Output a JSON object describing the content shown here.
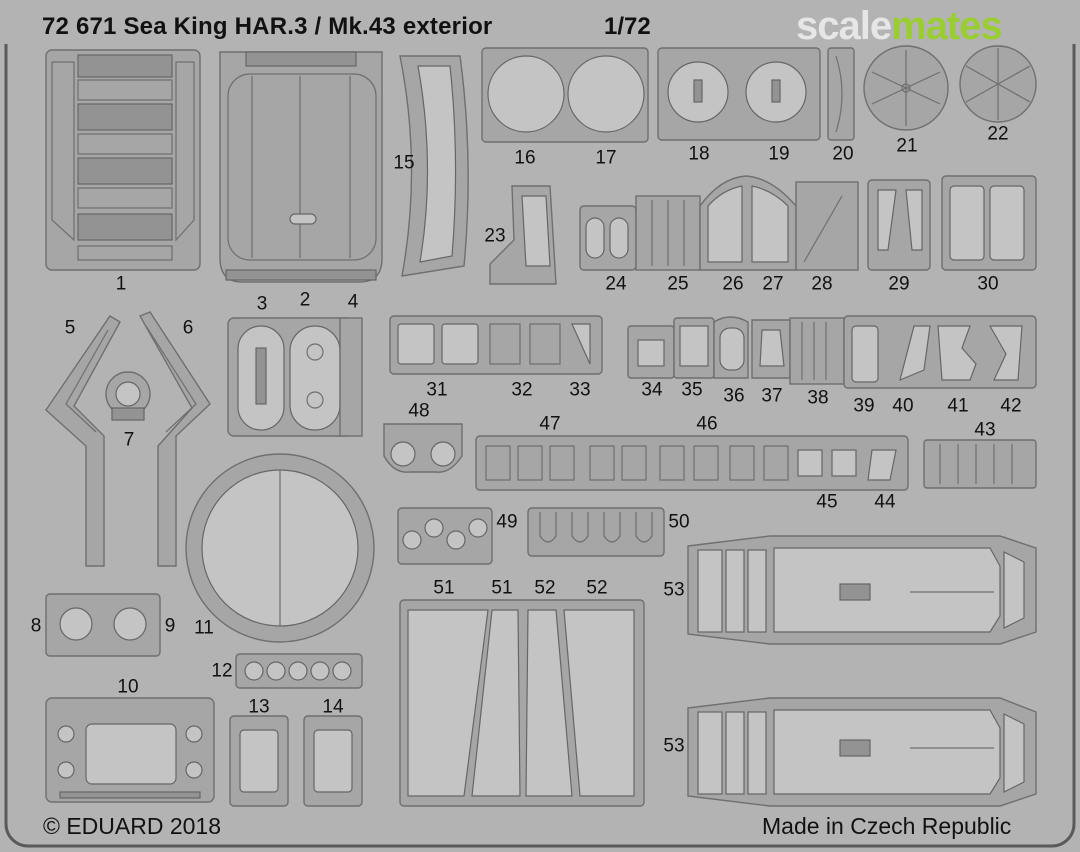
{
  "header": {
    "title": "72 671  Sea King HAR.3 / Mk.43 exterior",
    "scale": "1/72"
  },
  "watermark": {
    "part1": "scale",
    "part2": "mates",
    "color1": "#e6e6e6",
    "color2": "#9acd32"
  },
  "footer": {
    "copyright": "© EDUARD 2018",
    "origin": "Made in Czech Republic"
  },
  "parts": {
    "p1": "1",
    "p2": "2",
    "p3": "3",
    "p4": "4",
    "p5": "5",
    "p6": "6",
    "p7": "7",
    "p8": "8",
    "p9": "9",
    "p10": "10",
    "p11": "11",
    "p12": "12",
    "p13": "13",
    "p14": "14",
    "p15": "15",
    "p16": "16",
    "p17": "17",
    "p18": "18",
    "p19": "19",
    "p20": "20",
    "p21": "21",
    "p22": "22",
    "p23": "23",
    "p24": "24",
    "p25": "25",
    "p26": "26",
    "p27": "27",
    "p28": "28",
    "p29": "29",
    "p30": "30",
    "p31": "31",
    "p32": "32",
    "p33": "33",
    "p34": "34",
    "p35": "35",
    "p36": "36",
    "p37": "37",
    "p38": "38",
    "p39": "39",
    "p40": "40",
    "p41": "41",
    "p42": "42",
    "p43": "43",
    "p44": "44",
    "p45": "45",
    "p46": "46",
    "p47": "47",
    "p48": "48",
    "p49": "49",
    "p50": "50",
    "p51a": "51",
    "p51b": "51",
    "p52a": "52",
    "p52b": "52",
    "p53a": "53",
    "p53b": "53"
  },
  "colors": {
    "fret": "#b3b3b3",
    "part": "#a6a6a6",
    "outline": "#6f6f6f"
  }
}
